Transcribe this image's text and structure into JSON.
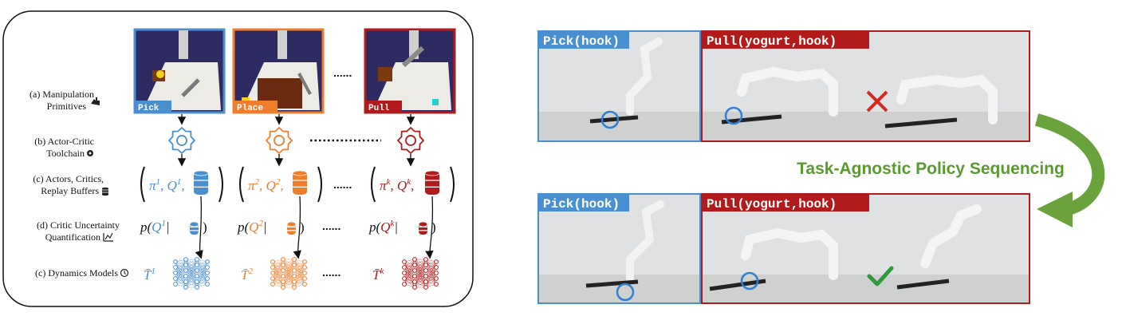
{
  "left_panel": {
    "rows": [
      {
        "label_lines": [
          "(a) Manipulation",
          "Primitives"
        ],
        "icon": "hand-pointer-icon"
      },
      {
        "label_lines": [
          "(b) Actor-Critic",
          "Toolchain"
        ],
        "icon": "gear-icon"
      },
      {
        "label_lines": [
          "(c) Actors, Critics,",
          "Replay Buffers"
        ],
        "icon": "database-icon"
      },
      {
        "label_lines": [
          "(d) Critic Uncertainty",
          "Quantification"
        ],
        "icon": "chart-icon"
      },
      {
        "label_lines": [
          "(c) Dynamics Models"
        ],
        "icon": "clock-icon"
      }
    ],
    "columns": [
      {
        "primitive": "Pick",
        "color": "#4a8fd0",
        "sup": "1",
        "policy": "π",
        "critic": "Q",
        "dyn": "T̄"
      },
      {
        "primitive": "Place",
        "color": "#ee7d2c",
        "sup": "2",
        "policy": "π",
        "critic": "Q",
        "dyn": "T̄"
      },
      {
        "primitive": "Pull",
        "color": "#b21b1b",
        "sup": "k",
        "policy": "π",
        "critic": "Q",
        "dyn": "T̄"
      }
    ],
    "ellipsis": "......"
  },
  "right_panel": {
    "top": {
      "pick_label": "Pick(hook)",
      "pull_label": "Pull(yogurt,hook)",
      "outcome": "cross-icon"
    },
    "bottom": {
      "pick_label": "Pick(hook)",
      "pull_label": "Pull(yogurt,hook)",
      "outcome": "check-icon"
    },
    "middle_title": "Task-Agnostic Policy Sequencing",
    "pick_color": "#4a8fd0",
    "pull_color": "#b21b1b",
    "title_color": "#5a9a2e"
  }
}
